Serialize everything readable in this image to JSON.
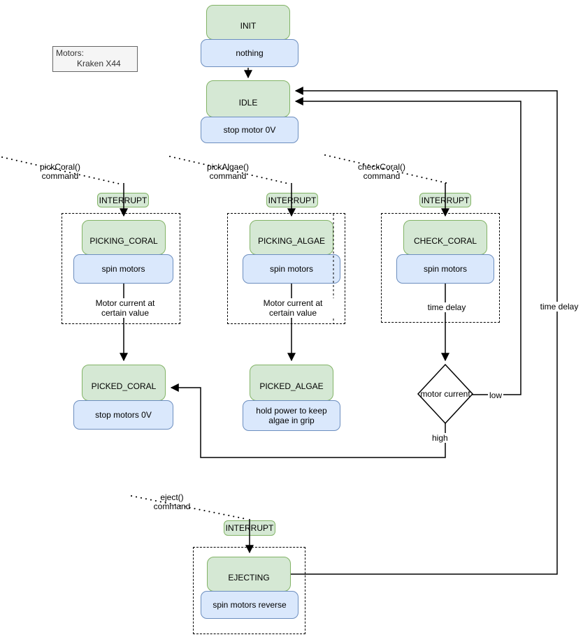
{
  "colors": {
    "green_fill": "#d5e8d4",
    "green_stroke": "#82b366",
    "blue_fill": "#dae8fc",
    "blue_stroke": "#6c8ebf",
    "badge_fill": "#d5e8d4",
    "badge_stroke": "#82b366",
    "note_fill": "#f5f5f5",
    "note_stroke": "#666666",
    "line_color": "#000000"
  },
  "note": {
    "line1": "Motors:",
    "line2": "Kraken X44"
  },
  "states": {
    "init": {
      "name": "INIT",
      "action": "nothing"
    },
    "idle": {
      "name": "IDLE",
      "action": "stop motor 0V"
    },
    "picking_coral": {
      "name": "PICKING_CORAL",
      "action": "spin motors"
    },
    "picking_algae": {
      "name": "PICKING_ALGAE",
      "action": "spin motors"
    },
    "check_coral": {
      "name": "CHECK_CORAL",
      "action": "spin motors"
    },
    "picked_coral": {
      "name": "PICKED_CORAL",
      "action": "stop motors 0V"
    },
    "picked_algae": {
      "name": "PICKED_ALGAE",
      "action": "hold power to keep algae in grip"
    },
    "ejecting": {
      "name": "EJECTING",
      "action": "spin motors reverse"
    }
  },
  "badge_label": "INTERRUPT",
  "commands": {
    "pick_coral": {
      "line1": "pickCoral()",
      "line2": "command"
    },
    "pick_algae": {
      "line1": "pickAlgae()",
      "line2": "command"
    },
    "check_coral": {
      "line1": "checkCoral()",
      "line2": "command"
    },
    "eject": {
      "line1": "eject()",
      "line2": "command"
    }
  },
  "transition_labels": {
    "motor_current_coral": {
      "line1": "Motor current at",
      "line2": "certain value"
    },
    "motor_current_algae": {
      "line1": "Motor current at",
      "line2": "certain value"
    },
    "check_time_delay": "time delay",
    "eject_time_delay": "time delay",
    "low": "low",
    "high": "high"
  },
  "decision": {
    "label": "motor current"
  }
}
